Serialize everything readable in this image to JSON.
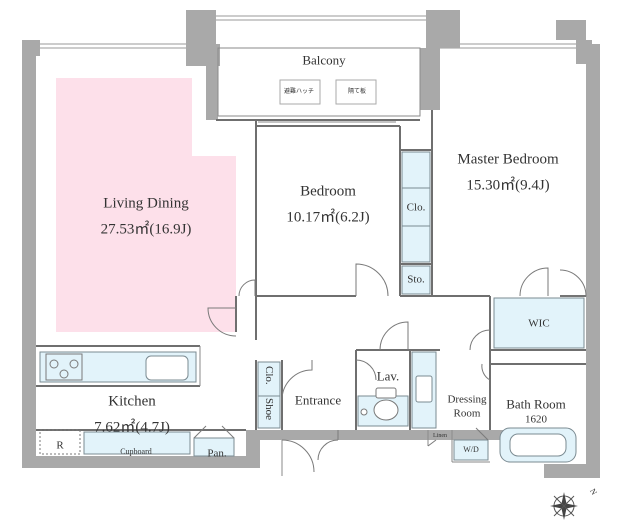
{
  "rooms": {
    "balcony": {
      "label": "Balcony",
      "tag_left": "避難ハッチ",
      "tag_right": "隔て板"
    },
    "living_dining": {
      "label": "Living Dining",
      "area": "27.53㎡(16.9J)"
    },
    "bedroom": {
      "label": "Bedroom",
      "area": "10.17㎡(6.2J)"
    },
    "master_bedroom": {
      "label": "Master Bedroom",
      "area": "15.30㎡(9.4J)"
    },
    "kitchen": {
      "label": "Kitchen",
      "area": "7.62㎡(4.7J)"
    },
    "entrance": {
      "label": "Entrance"
    },
    "lavatory": {
      "label": "Lav."
    },
    "dressing_room": {
      "line1": "Dressing",
      "line2": "Room"
    },
    "bath_room": {
      "label": "Bath Room",
      "size": "1620"
    }
  },
  "storage": {
    "closet_bedroom": "Clo.",
    "storage": "Sto.",
    "wic": "WIC",
    "shoe": "Shoe",
    "closet_entrance": "Clo.",
    "pantry": "Pan.",
    "cupboard": "Cupboard",
    "linen": "Linen",
    "washer_dryer": "W/D",
    "refrigerator": "R"
  },
  "compass": {
    "north_mark": "N"
  },
  "colors": {
    "wall": "#a9a9a9",
    "living_highlight": "#fde0ea",
    "fixture_blue": "#e2f3fa",
    "line": "#6f6f6f"
  }
}
